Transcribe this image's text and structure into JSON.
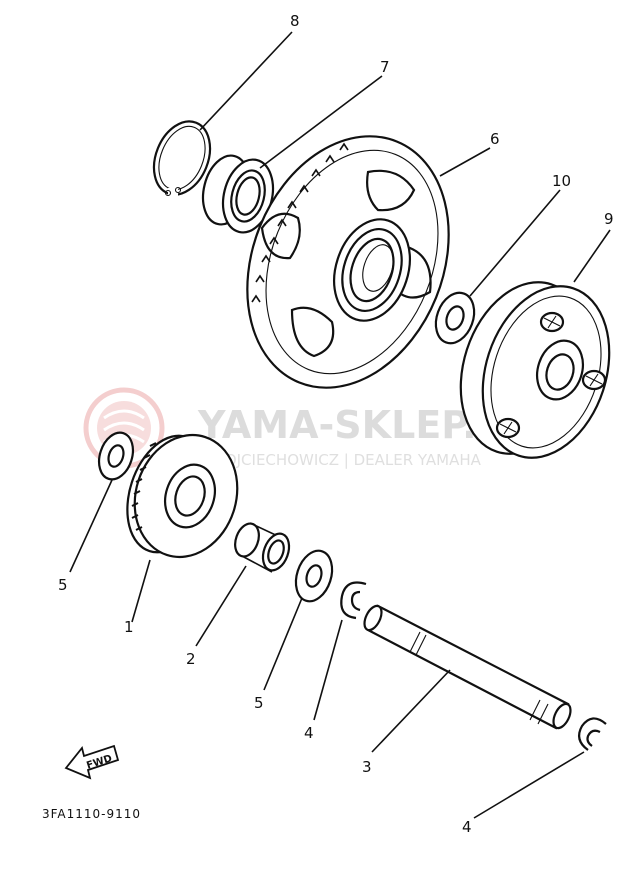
{
  "diagram": {
    "part_code": "3FA1110-9110",
    "fwd_label": "FWD",
    "watermark": {
      "title": "YAMA-SKLEP.PL",
      "subtitle": "WOJCIECHOWICZ | DEALER YAMAHA"
    },
    "callouts": [
      {
        "id": "c8",
        "label": "8"
      },
      {
        "id": "c7",
        "label": "7"
      },
      {
        "id": "c6",
        "label": "6"
      },
      {
        "id": "c10",
        "label": "10"
      },
      {
        "id": "c9",
        "label": "9"
      },
      {
        "id": "c5a",
        "label": "5"
      },
      {
        "id": "c1",
        "label": "1"
      },
      {
        "id": "c2",
        "label": "2"
      },
      {
        "id": "c5b",
        "label": "5"
      },
      {
        "id": "c4a",
        "label": "4"
      },
      {
        "id": "c3",
        "label": "3"
      },
      {
        "id": "c4b",
        "label": "4"
      }
    ]
  }
}
